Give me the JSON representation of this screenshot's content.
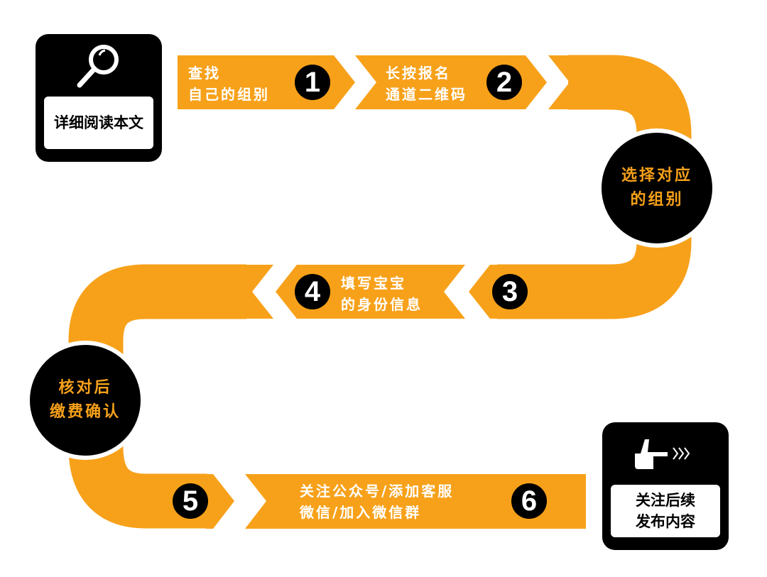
{
  "colors": {
    "accent": "#F7A11A",
    "dark": "#000000"
  },
  "start_card": {
    "icon": "magnifier-icon",
    "label": "详细阅读本文"
  },
  "end_card": {
    "icon": "pointing-hand-icon",
    "line1": "关注后续",
    "line2": "发布内容"
  },
  "steps": [
    {
      "number": "1",
      "line1": "查找",
      "line2": "自己的组别"
    },
    {
      "number": "2",
      "line1": "长按报名",
      "line2": "通道二维码"
    },
    {
      "number": "3"
    },
    {
      "number": "4",
      "line1": "填写宝宝",
      "line2": "的身份信息"
    },
    {
      "number": "5"
    },
    {
      "number": "6",
      "line1": "关注公众号/添加客服",
      "line2": "微信/加入微信群"
    }
  ],
  "milestones": [
    {
      "line1": "选择对应",
      "line2": "的组别"
    },
    {
      "line1": "核对后",
      "line2": "缴费确认"
    }
  ]
}
